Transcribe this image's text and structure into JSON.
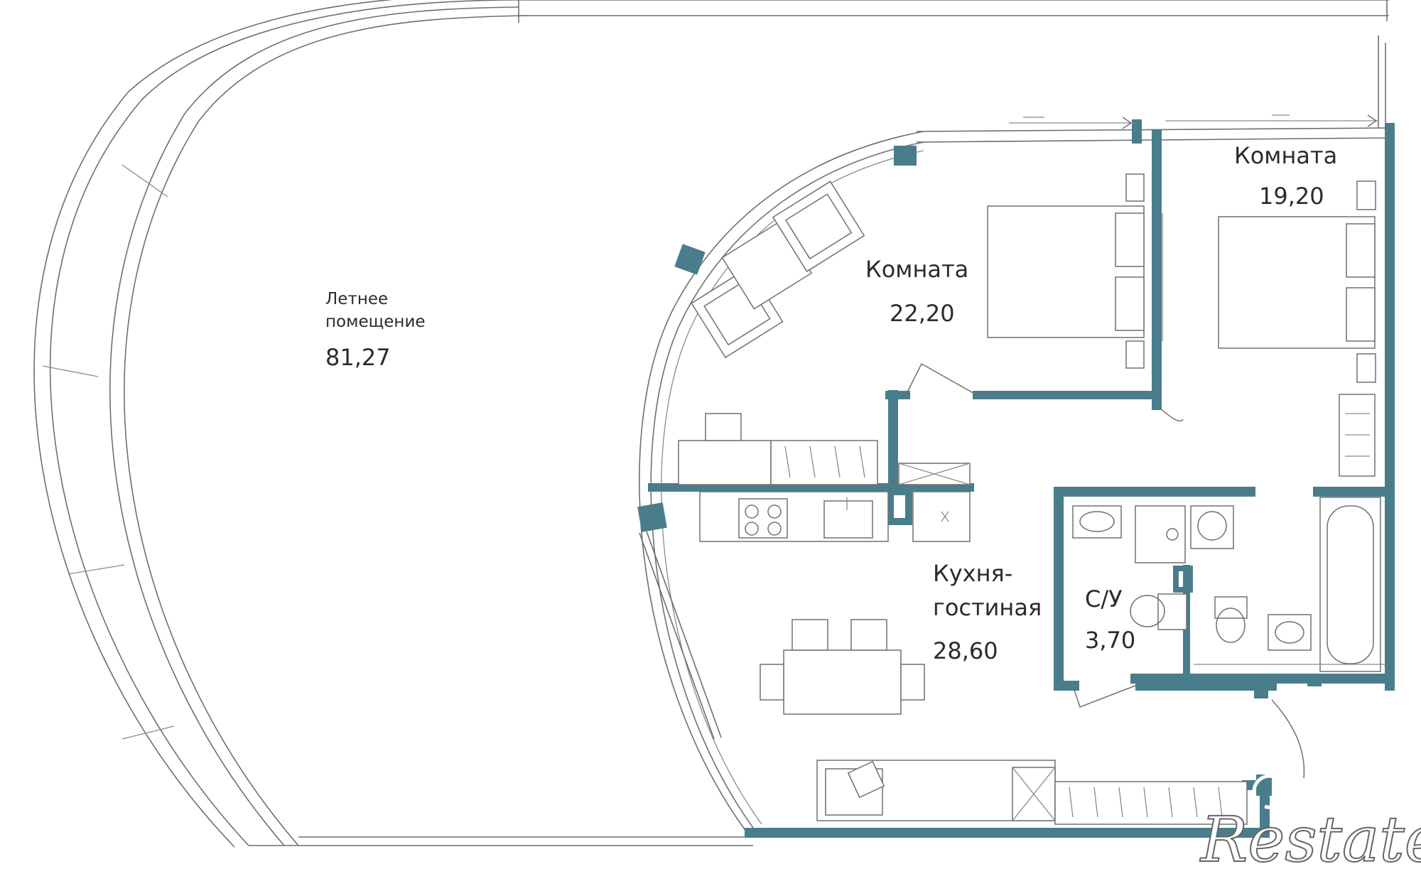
{
  "colors": {
    "wall": "#4a7d8c",
    "line": "#6f6f6f",
    "text": "#2b2b2b",
    "background": "#ffffff"
  },
  "rooms": [
    {
      "id": "summer-room",
      "name_line1": "Летнее",
      "name_line2": "помещение",
      "area": "81,27"
    },
    {
      "id": "room-a",
      "name": "Комната",
      "area": "22,20"
    },
    {
      "id": "room-b",
      "name": "Комната",
      "area": "19,20"
    },
    {
      "id": "kitchen",
      "name_line1": "Кухня-",
      "name_line2": "гостиная",
      "area": "28,60"
    },
    {
      "id": "bathroom",
      "name": "С/У",
      "area": "3,70"
    }
  ],
  "watermark": {
    "text": "Restate",
    "icon": "restate-logo-icon"
  }
}
